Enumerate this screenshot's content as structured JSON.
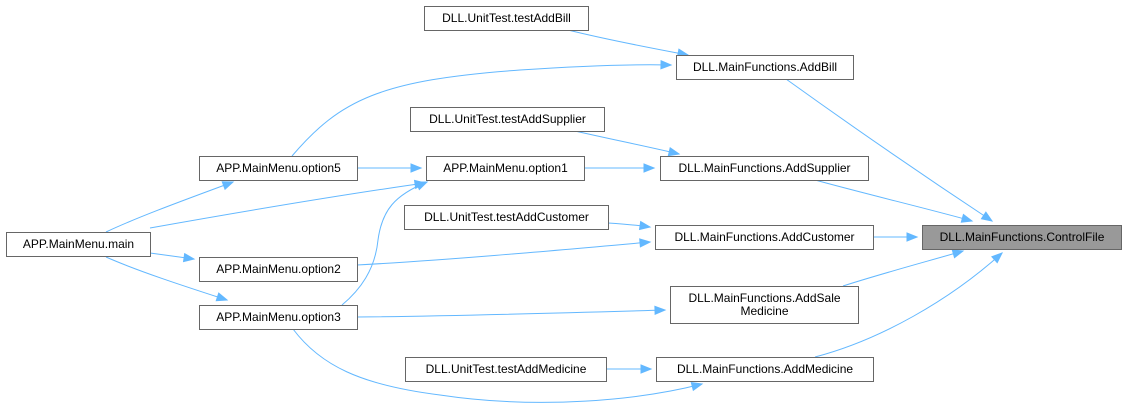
{
  "graph": {
    "colors": {
      "edge": "#63b8ff",
      "node_border": "#666666",
      "focus_fill": "#999999",
      "node_fill": "#ffffff"
    },
    "nodes": {
      "controlfile": {
        "lines": [
          "DLL.MainFunctions.ControlFile"
        ],
        "focus": true
      },
      "addbill": {
        "lines": [
          "DLL.MainFunctions.AddBill"
        ]
      },
      "addsupplier": {
        "lines": [
          "DLL.MainFunctions.AddSupplier"
        ]
      },
      "addcustomer": {
        "lines": [
          "DLL.MainFunctions.AddCustomer"
        ]
      },
      "addsalemedicine": {
        "lines": [
          "DLL.MainFunctions.AddSale",
          "Medicine"
        ]
      },
      "addmedicine": {
        "lines": [
          "DLL.MainFunctions.AddMedicine"
        ]
      },
      "testaddbill": {
        "lines": [
          "DLL.UnitTest.testAddBill"
        ]
      },
      "testaddsupplier": {
        "lines": [
          "DLL.UnitTest.testAddSupplier"
        ]
      },
      "testaddcustomer": {
        "lines": [
          "DLL.UnitTest.testAddCustomer"
        ]
      },
      "testaddmedicine": {
        "lines": [
          "DLL.UnitTest.testAddMedicine"
        ]
      },
      "option1": {
        "lines": [
          "APP.MainMenu.option1"
        ]
      },
      "option2": {
        "lines": [
          "APP.MainMenu.option2"
        ]
      },
      "option3": {
        "lines": [
          "APP.MainMenu.option3"
        ]
      },
      "option5": {
        "lines": [
          "APP.MainMenu.option5"
        ]
      },
      "main": {
        "lines": [
          "APP.MainMenu.main"
        ]
      }
    },
    "edges": [
      {
        "from": "addbill",
        "to": "controlfile"
      },
      {
        "from": "addsupplier",
        "to": "controlfile"
      },
      {
        "from": "addcustomer",
        "to": "controlfile"
      },
      {
        "from": "addsalemedicine",
        "to": "controlfile"
      },
      {
        "from": "addmedicine",
        "to": "controlfile"
      },
      {
        "from": "testaddbill",
        "to": "addbill"
      },
      {
        "from": "option5",
        "to": "addbill"
      },
      {
        "from": "testaddsupplier",
        "to": "addsupplier"
      },
      {
        "from": "option1",
        "to": "addsupplier"
      },
      {
        "from": "testaddcustomer",
        "to": "addcustomer"
      },
      {
        "from": "option2",
        "to": "addcustomer"
      },
      {
        "from": "option3",
        "to": "addsalemedicine"
      },
      {
        "from": "testaddmedicine",
        "to": "addmedicine"
      },
      {
        "from": "option3",
        "to": "addmedicine"
      },
      {
        "from": "option5",
        "to": "option1"
      },
      {
        "from": "main",
        "to": "option1"
      },
      {
        "from": "option3",
        "to": "option1"
      },
      {
        "from": "main",
        "to": "option5"
      },
      {
        "from": "main",
        "to": "option2"
      },
      {
        "from": "main",
        "to": "option3"
      }
    ]
  }
}
